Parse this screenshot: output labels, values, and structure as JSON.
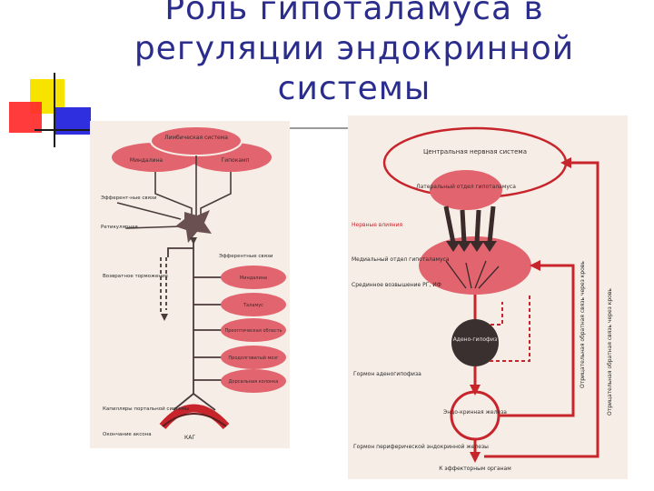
{
  "slide": {
    "title_lines": [
      "Роль гипоталамуса в",
      "регуляции эндокринной",
      "системы"
    ]
  },
  "colors": {
    "title": "#2b2d8c",
    "ellipse_fill": "#e2646e",
    "arrow_red": "#d3141c",
    "paper": "#f6eee6"
  },
  "left_figure": {
    "top_nuclei": [
      "Лимбическая система",
      "Миндалина",
      "Гипокамп"
    ],
    "labels": {
      "afferent": "Эфферент-ные связи",
      "neuron": "Ретикулярная",
      "efferent": "Эфферентные связи",
      "return_brake": "Возвратное торможение",
      "capillaries": "Капилляры портальной системы",
      "ending": "Окончание аксона",
      "cag": "КАГ"
    },
    "targets": [
      "Миндалина",
      "Таламус",
      "Преоптическая область",
      "Продолговатый мозг",
      "Дорсальная колонка"
    ]
  },
  "right_figure": {
    "cns": "Центральная нервная система",
    "hypothalamus_part": "Латеральный отдел гипоталамуса",
    "nerve_influences": "Нервные влияния",
    "medial_part": "Медиальный отдел гипоталамуса",
    "releasing": "Срединное возвышение РГ, ИФ",
    "adenohypophysis": "Адено-гипофиз",
    "adh_hormone": "Гормон аденогипофиза",
    "endocrine_gland": "Эндо-кринная железа",
    "gland_hormone": "Гормон периферической эндокринной железы",
    "effector": "К эффекторным органам",
    "fb_long": "Отрицательная обратная связь через кровь",
    "fb_short": "Отрицательная обратная связь через кровь"
  }
}
